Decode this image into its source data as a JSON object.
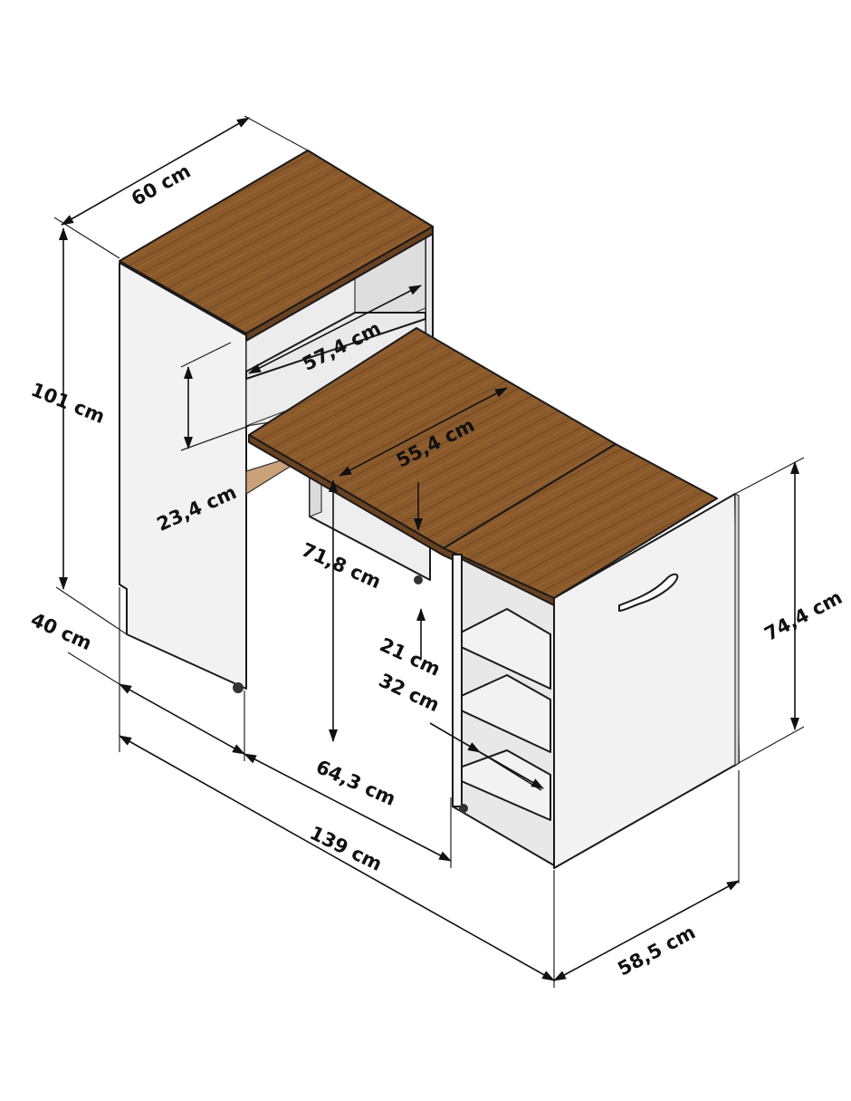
{
  "colors": {
    "wood": "#8b5a2b",
    "wood_dark": "#6b4220",
    "panel_white": "#f2f2f2",
    "panel_shade": "#d8d8d8",
    "outline": "#1a1a1a",
    "text": "#111111"
  },
  "dimensions": {
    "width_top": "60 cm",
    "height_total": "101 cm",
    "shelf_width": "57,4 cm",
    "shelf_height": "23,4 cm",
    "desk_width": "55,4 cm",
    "desk_height": "71,8 cm",
    "depth_side": "40 cm",
    "desk_extension": "64,3 cm",
    "length_total": "139 cm",
    "front_height": "74,4 cm",
    "shelf_gap_upper": "21 cm",
    "shelf_gap_lower": "32 cm",
    "front_depth": "58,5 cm"
  },
  "icons": {
    "handle": "drawer-handle-icon",
    "arrowhead": "arrowhead-icon"
  }
}
